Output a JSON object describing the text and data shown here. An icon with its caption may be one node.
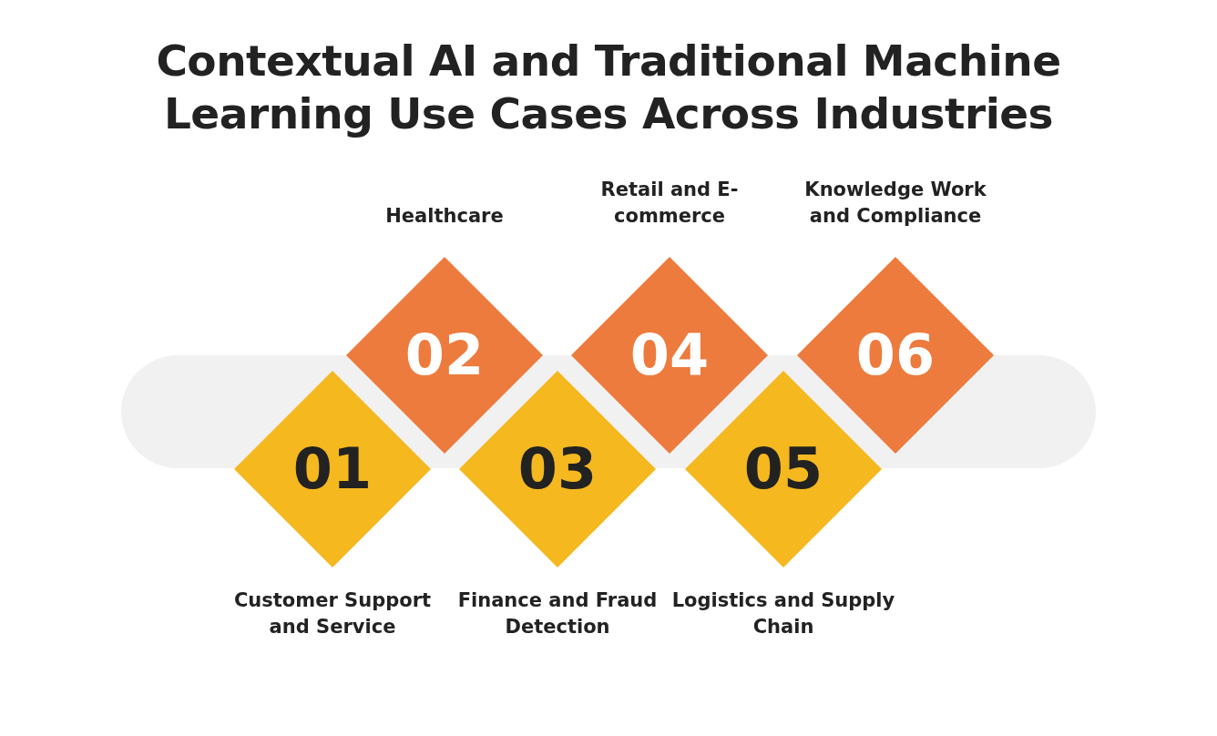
{
  "diagram": {
    "title": "Contextual AI and Traditional Machine Learning Use Cases Across Industries",
    "nodes": [
      {
        "text": [
          "01"
        ],
        "beside": [
          "Customer Support and Service"
        ]
      },
      {
        "text": [
          "02"
        ],
        "beside": [
          "Healthcare"
        ]
      },
      {
        "text": [
          "03"
        ],
        "beside": [
          "Finance and Fraud Detection"
        ]
      },
      {
        "text": [
          "04"
        ],
        "beside": [
          "Retail and E-commerce"
        ]
      },
      {
        "text": [
          "05"
        ],
        "beside": [
          "Logistics and Supply Chain"
        ]
      },
      {
        "text": [
          "06"
        ],
        "beside": [
          "Knowledge Work and Compliance"
        ]
      }
    ]
  }
}
